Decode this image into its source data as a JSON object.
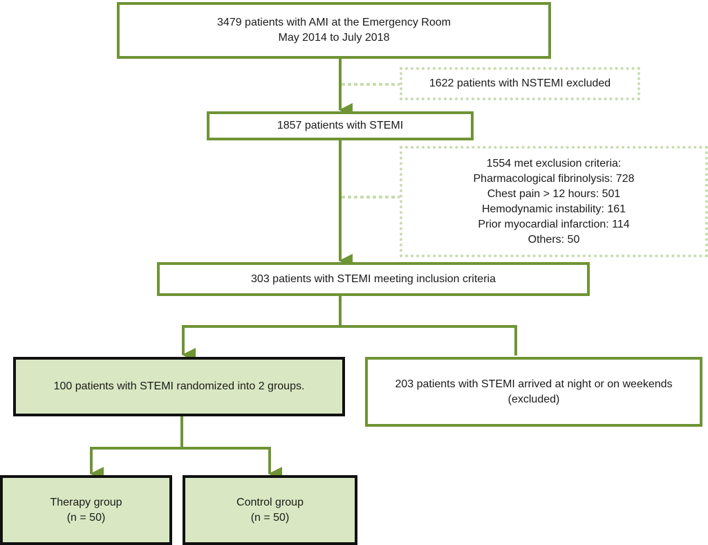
{
  "boxes": {
    "ami": {
      "lines": [
        "3479 patients with AMI at the Emergency Room",
        "May 2014 to July 2018"
      ]
    },
    "nstemi_excluded": {
      "lines": [
        "1622 patients with NSTEMI excluded"
      ]
    },
    "stemi": {
      "lines": [
        "1857 patients with STEMI"
      ]
    },
    "exclusion": {
      "lines": [
        "1554 met exclusion criteria:",
        "Pharmacological fibrinolysis: 728",
        "Chest pain > 12 hours: 501",
        "Hemodynamic instability: 161",
        "Prior myocardial infarction: 114",
        "Others: 50"
      ]
    },
    "inclusion": {
      "lines": [
        "303 patients with STEMI meeting inclusion criteria"
      ]
    },
    "randomized": {
      "lines": [
        "100 patients with STEMI randomized into 2 groups."
      ]
    },
    "night_weekend": {
      "lines": [
        "203 patients with STEMI arrived at night or on weekends",
        "(excluded)"
      ]
    },
    "therapy": {
      "lines": [
        "Therapy group",
        "(n = 50)"
      ]
    },
    "control": {
      "lines": [
        "Control group",
        "(n = 50)"
      ]
    }
  },
  "colors": {
    "accent": "#6f9435",
    "dotted": "#c8dbb0",
    "fill": "#d9e8c2",
    "bold_border": "#111111"
  }
}
